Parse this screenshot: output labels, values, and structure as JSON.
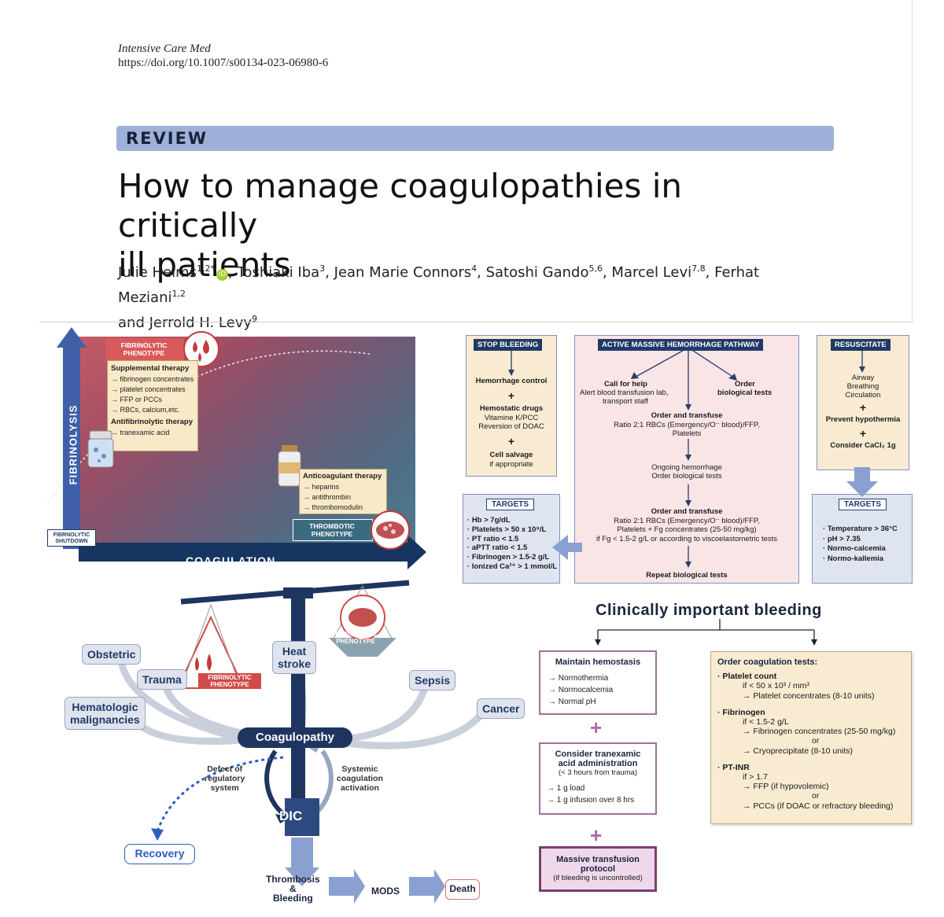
{
  "header": {
    "journal": "Intensive Care Med",
    "doi": "https://doi.org/10.1007/s00134-023-06980-6",
    "section": "REVIEW",
    "title_line1": "How to manage coagulopathies in critically",
    "title_line2": "ill patients",
    "authors": [
      {
        "name": "Julie Helms",
        "sup": "1,2*"
      },
      {
        "name": "Toshiaki Iba",
        "sup": "3"
      },
      {
        "name": "Jean Marie Connors",
        "sup": "4"
      },
      {
        "name": "Satoshi Gando",
        "sup": "5,6"
      },
      {
        "name": "Marcel Levi",
        "sup": "7,8"
      },
      {
        "name": "Ferhat Meziani",
        "sup": "1,2"
      },
      {
        "name": "Jerrold H. Levy",
        "sup": "9"
      }
    ],
    "and_word": "and"
  },
  "quadrant": {
    "y_axis": "FIBRINOLYSIS",
    "x_axis": "COAGULATION",
    "shutdown": "FIBRNOLYTIC SHUTDOWN",
    "fib_pheno": "FIBRINOLYTIC PHENOTYPE",
    "thr_pheno": "THROMBOTIC PHENOTYPE",
    "supp_title": "Supplemental therapy",
    "supp_items": [
      "fibrinogen concentrates",
      "platelet concentrates",
      "FFP or PCCs",
      "RBCs, calcium,etc."
    ],
    "antifib_title": "Antifibrinolytic therapy",
    "antifib_items": [
      "tranexamic acid"
    ],
    "anticoag_title": "Anticoagulant therapy",
    "anticoag_items": [
      "heparins",
      "antithrombin",
      "thrombomodulin"
    ]
  },
  "flow": {
    "stop_bleeding": "STOP BLEEDING",
    "hemorrhage_control": "Hemorrhage control",
    "hemostatic_drugs": "Hemostatic drugs",
    "vitamine": "Vitamine K/PCC",
    "reversion": "Reversion of DOAC",
    "cell_salvage": "Cell salvage",
    "if_appropriate": "if appropriate",
    "pathway": "ACTIVE MASSIVE HEMORRHAGE PATHWAY",
    "call_help": "Call for help",
    "alert": "Alert blood transfusion lab,",
    "transport": "transport staff",
    "order_bio": "Order",
    "order_bio2": "biological tests",
    "order_transfuse": "Order and transfuse",
    "ratio1": "Ratio 2:1 RBCs (Emergency/O⁻ blood)/FFP,",
    "platelets": "Platelets",
    "ongoing": "Ongoing hemorrhage",
    "order_tests": "Order biological tests",
    "order_transfuse2": "Order and transfuse",
    "ratio2": "Ratio 2:1 RBCs (Emergency/O⁻ blood)/FFP,",
    "platelets_fg": "Platelets + Fg concentrates (25-50 mg/kg)",
    "if_fg": "if Fg < 1.5-2 g/L or according to viscoelastometric tests",
    "repeat": "Repeat biological tests",
    "resuscitate": "RESUSCITATE",
    "airway": "Airway",
    "breathing": "Breathing",
    "circulation": "Circulation",
    "prevent": "Prevent hypothermia",
    "consider_cacl": "Consider CaCl₂ 1g",
    "targets_label": "TARGETS",
    "targets_left": [
      "Hb > 7g/dL",
      "Platelets > 50 x 10⁹/L",
      "PT ratio < 1.5",
      "aPTT ratio < 1.5",
      "Fibrinogen > 1.5-2 g/L",
      "Ionized Ca²⁺ > 1 mmol/L"
    ],
    "targets_right": [
      "Temperature > 36°C",
      "pH > 7.35",
      "Normo-calcemia",
      "Normo-kallemia"
    ]
  },
  "dic": {
    "obstetric": "Obstetric",
    "trauma": "Trauma",
    "hemato1": "Hematologic",
    "hemato2": "malignancies",
    "heat1": "Heat",
    "heat2": "stroke",
    "sepsis": "Sepsis",
    "cancer": "Cancer",
    "coagulopathy": "Coagulopathy",
    "defect": [
      "Defect of",
      "regulatory",
      "system"
    ],
    "systemic": [
      "Systemic",
      "coagulation",
      "activation"
    ],
    "dic": "DIC",
    "recovery": "Recovery",
    "thrombosis": [
      "Thrombosis",
      "&",
      "Bleeding"
    ],
    "mods": "MODS",
    "death": "Death",
    "fib_pheno1": "FIBRINOLYTIC",
    "fib_pheno2": "PHENOTYPE",
    "thr_pheno1": "THROMBOTIC",
    "thr_pheno2": "PHENOTYPE"
  },
  "bleeding": {
    "title": "Clinically important bleeding",
    "maintain": "Maintain hemostasis",
    "maintain_items": [
      "Normothermia",
      "Normocalcemia",
      "Normal pH"
    ],
    "txa1": "Consider tranexamic",
    "txa2": "acid administration",
    "txa3": "(< 3 hours from trauma)",
    "txa_items": [
      "1 g load",
      "1 g infusion over 8 hrs"
    ],
    "mtp1": "Massive transfusion",
    "mtp2": "protocol",
    "mtp3": "(if bleeding is uncontrolled)",
    "order_title": "Order coagulation tests:",
    "plt": "Platelet count",
    "plt_if": "if < 50 x 10³ / mm³",
    "plt_tx": "Platelet concentrates (8-10 units)",
    "fib": "Fibrinogen",
    "fib_if": "if < 1.5-2 g/L",
    "fib_tx": "Fibrinogen concentrates (25-50 mg/kg)",
    "or1": "or",
    "cryo": "Cryoprecipitate (8-10 units)",
    "inr": "PT-INR",
    "inr_if": "if > 1.7",
    "ffp": "FFP (if hypovolemic)",
    "or2": "or",
    "pcc": "PCCs (if DOAC or refractory bleeding)"
  }
}
